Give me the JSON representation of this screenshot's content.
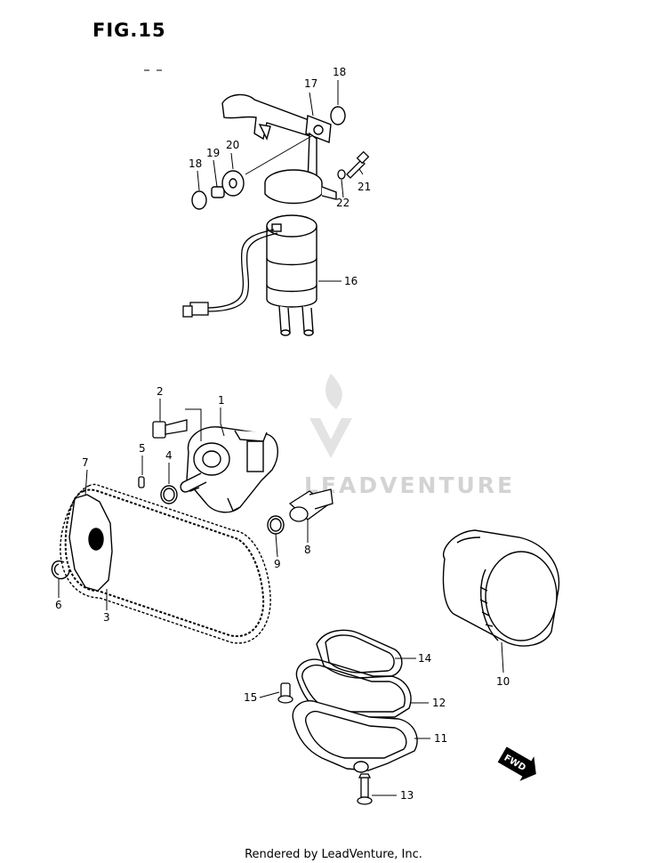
{
  "figure": {
    "title": "FIG.15"
  },
  "watermark": {
    "text": "LEADVENTURE"
  },
  "fwd_badge": {
    "text": "FWD"
  },
  "footer": {
    "text": "Rendered by LeadVenture, Inc."
  },
  "callouts": {
    "c1": "1",
    "c2": "2",
    "c3": "3",
    "c4": "4",
    "c5": "5",
    "c6": "6",
    "c7": "7",
    "c8": "8",
    "c9": "9",
    "c10": "10",
    "c11": "11",
    "c12": "12",
    "c13": "13",
    "c14": "14",
    "c15": "15",
    "c16": "16",
    "c17": "17",
    "c18a": "18",
    "c18b": "18",
    "c19": "19",
    "c20": "20",
    "c21": "21",
    "c22": "22"
  }
}
